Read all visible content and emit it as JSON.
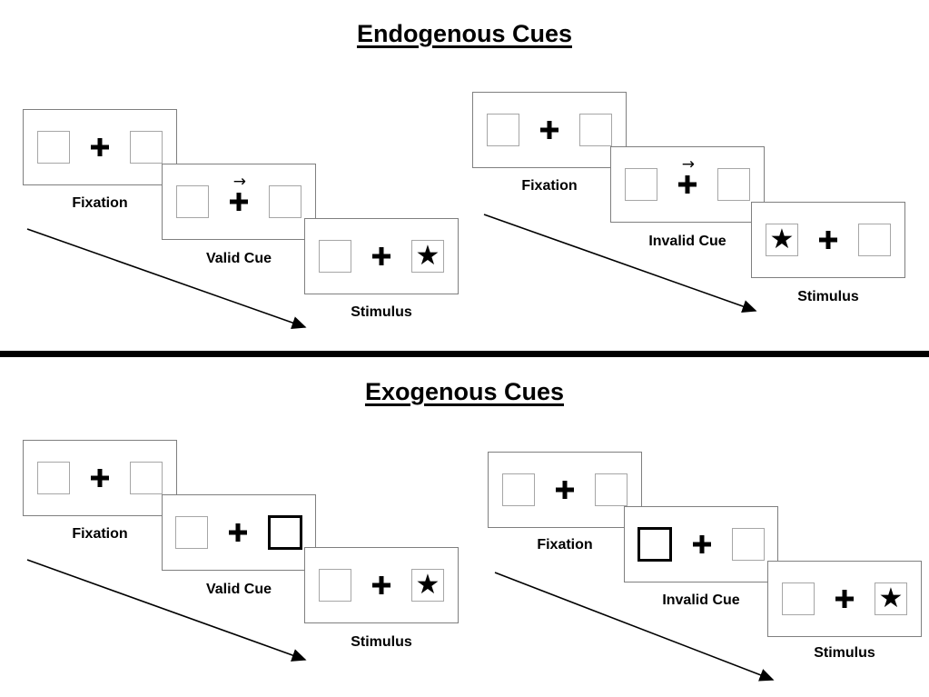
{
  "diagram": {
    "kind": "posner-cueing-task",
    "divider": true
  },
  "colors": {
    "background": "#ffffff",
    "ink": "#000000",
    "panel_border": "#7f7f7f",
    "square_border": "#a6a6a6"
  },
  "icons": {
    "fixation_cross": "bold-plus-shape",
    "cue_arrow": "→",
    "target_star": "★"
  },
  "sections": [
    {
      "title": "Endogenous Cues",
      "sequences": [
        {
          "name": "valid-cue-sequence",
          "panels": [
            {
              "label": "Fixation",
              "cue": "none",
              "target": "none"
            },
            {
              "label": "Valid Cue",
              "cue": "arrow-right",
              "target": "none"
            },
            {
              "label": "Stimulus",
              "cue": "none",
              "target": "right"
            }
          ]
        },
        {
          "name": "invalid-cue-sequence",
          "panels": [
            {
              "label": "Fixation",
              "cue": "none",
              "target": "none"
            },
            {
              "label": "Invalid Cue",
              "cue": "arrow-right",
              "target": "none"
            },
            {
              "label": "Stimulus",
              "cue": "none",
              "target": "left"
            }
          ]
        }
      ]
    },
    {
      "title": "Exogenous Cues",
      "sequences": [
        {
          "name": "valid-cue-sequence",
          "panels": [
            {
              "label": "Fixation",
              "cue": "none",
              "target": "none"
            },
            {
              "label": "Valid Cue",
              "cue": "box-right",
              "target": "none"
            },
            {
              "label": "Stimulus",
              "cue": "none",
              "target": "right"
            }
          ]
        },
        {
          "name": "invalid-cue-sequence",
          "panels": [
            {
              "label": "Fixation",
              "cue": "none",
              "target": "none"
            },
            {
              "label": "Invalid Cue",
              "cue": "box-left",
              "target": "none"
            },
            {
              "label": "Stimulus",
              "cue": "none",
              "target": "right"
            }
          ]
        }
      ]
    }
  ]
}
